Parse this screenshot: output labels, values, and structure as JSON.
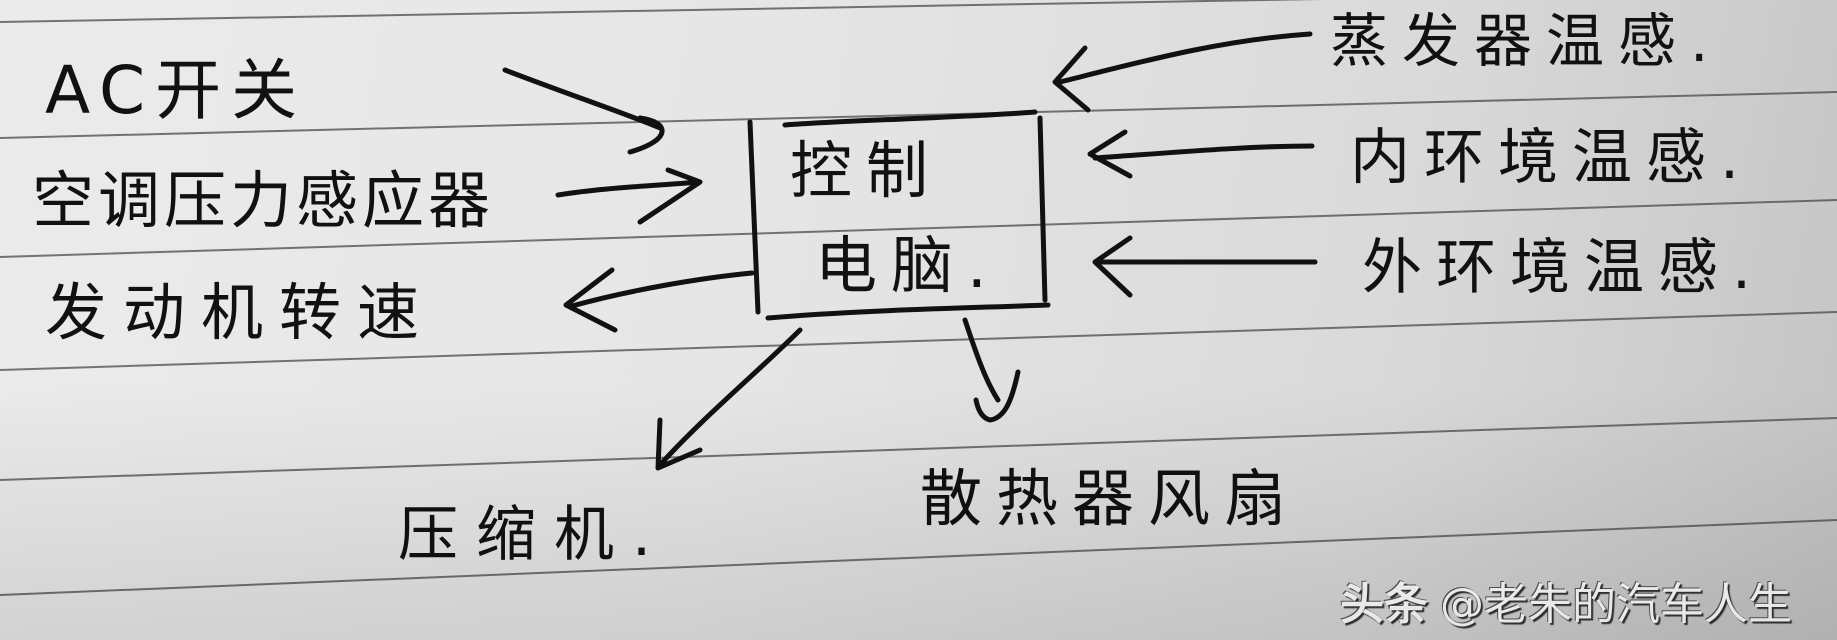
{
  "diagram": {
    "center": {
      "line1": "控制",
      "line2": "电脑."
    },
    "inputs_left": [
      {
        "id": "ac-switch",
        "label": "AC开关",
        "direction": "in"
      },
      {
        "id": "ac-pressure-sensor",
        "label": "空调压力感应器",
        "direction": "in"
      }
    ],
    "outputs_left": [
      {
        "id": "engine-speed",
        "label": "发动机转速",
        "direction": "out"
      }
    ],
    "inputs_right": [
      {
        "id": "evaporator-temp-sensor",
        "label": "蒸发器温感.",
        "direction": "in"
      },
      {
        "id": "interior-temp-sensor",
        "label": "内环境温感.",
        "direction": "in"
      },
      {
        "id": "exterior-temp-sensor",
        "label": "外环境温感.",
        "direction": "in"
      }
    ],
    "outputs_bottom": [
      {
        "id": "compressor",
        "label": "压缩机.",
        "direction": "out"
      },
      {
        "id": "radiator-fan",
        "label": "散热器风扇",
        "direction": "out"
      }
    ]
  },
  "watermark": {
    "brand": "头条",
    "handle": "@老朱的汽车人生"
  },
  "colors": {
    "ink": "#111111",
    "paper": "#e8e8e8",
    "rule": "#555555"
  }
}
